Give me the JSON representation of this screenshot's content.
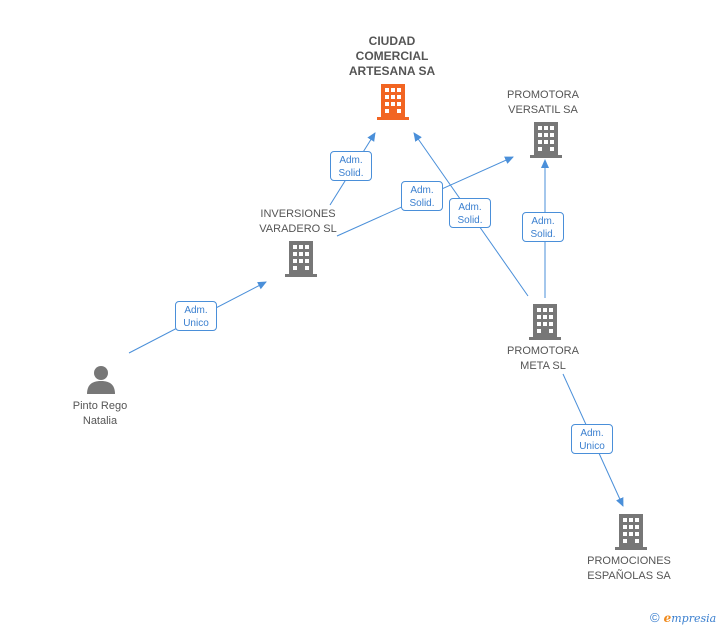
{
  "nodes": {
    "ciudad": {
      "label_lines": [
        "CIUDAD",
        "COMERCIAL",
        "ARTESANA SA"
      ],
      "type": "company",
      "color": "#f26522"
    },
    "versatil": {
      "label_lines": [
        "PROMOTORA",
        "VERSATIL SA"
      ],
      "type": "company",
      "color": "#777777"
    },
    "inversiones": {
      "label_lines": [
        "INVERSIONES",
        "VARADERO SL"
      ],
      "type": "company",
      "color": "#777777"
    },
    "meta": {
      "label_lines": [
        "PROMOTORA",
        "META SL"
      ],
      "type": "company",
      "color": "#777777"
    },
    "pinto": {
      "label_lines": [
        "Pinto Rego",
        "Natalia"
      ],
      "type": "person",
      "color": "#777777"
    },
    "promociones": {
      "label_lines": [
        "PROMOCIONES",
        "ESPAÑOLAS SA"
      ],
      "type": "company",
      "color": "#777777"
    }
  },
  "edges": [
    {
      "from": "inversiones",
      "to": "ciudad",
      "label_lines": [
        "Adm.",
        "Solid."
      ]
    },
    {
      "from": "inversiones",
      "to": "versatil",
      "label_lines": [
        "Adm.",
        "Solid."
      ]
    },
    {
      "from": "meta",
      "to": "ciudad",
      "label_lines": [
        "Adm.",
        "Solid."
      ]
    },
    {
      "from": "meta",
      "to": "versatil",
      "label_lines": [
        "Adm.",
        "Solid."
      ]
    },
    {
      "from": "pinto",
      "to": "inversiones",
      "label_lines": [
        "Adm.",
        "Unico"
      ]
    },
    {
      "from": "meta",
      "to": "promociones",
      "label_lines": [
        "Adm.",
        "Unico"
      ]
    }
  ],
  "colors": {
    "edge": "#4a8fd9",
    "accent": "#f26522",
    "icon": "#777777"
  },
  "brand": {
    "copyright": "©",
    "e": "e",
    "rest": "mpresia"
  }
}
